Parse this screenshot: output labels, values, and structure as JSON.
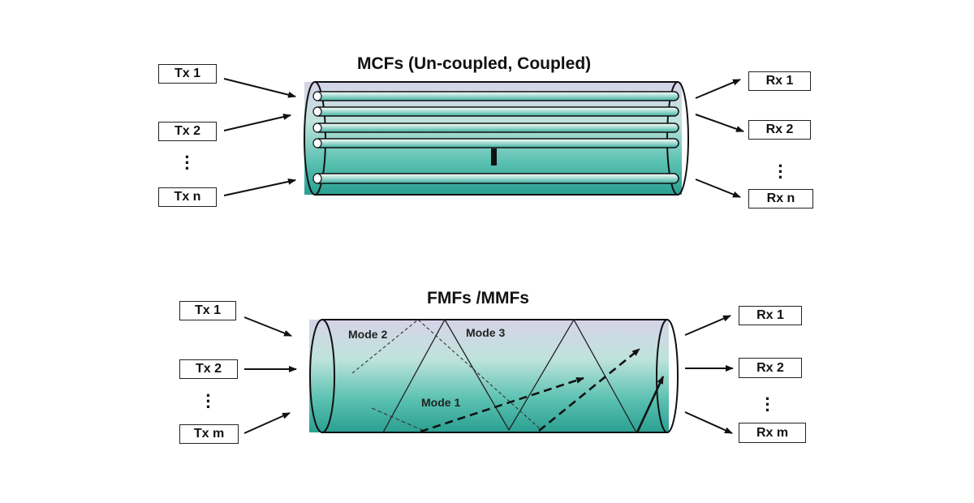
{
  "top": {
    "title": "MCFs (Un-coupled, Coupled)",
    "tx": [
      "Tx 1",
      "Tx 2",
      "Tx n"
    ],
    "rx": [
      "Rx 1",
      "Rx 2",
      "Rx n"
    ]
  },
  "bottom": {
    "title": "FMFs /MMFs",
    "tx": [
      "Tx 1",
      "Tx 2",
      "Tx m"
    ],
    "rx": [
      "Rx 1",
      "Rx 2",
      "Rx m"
    ],
    "modes": [
      "Mode 1",
      "Mode 2",
      "Mode 3"
    ]
  },
  "colors": {
    "fiber_top": "#c9c8e0",
    "fiber_bottom": "#2ea69a",
    "stroke": "#111111"
  }
}
